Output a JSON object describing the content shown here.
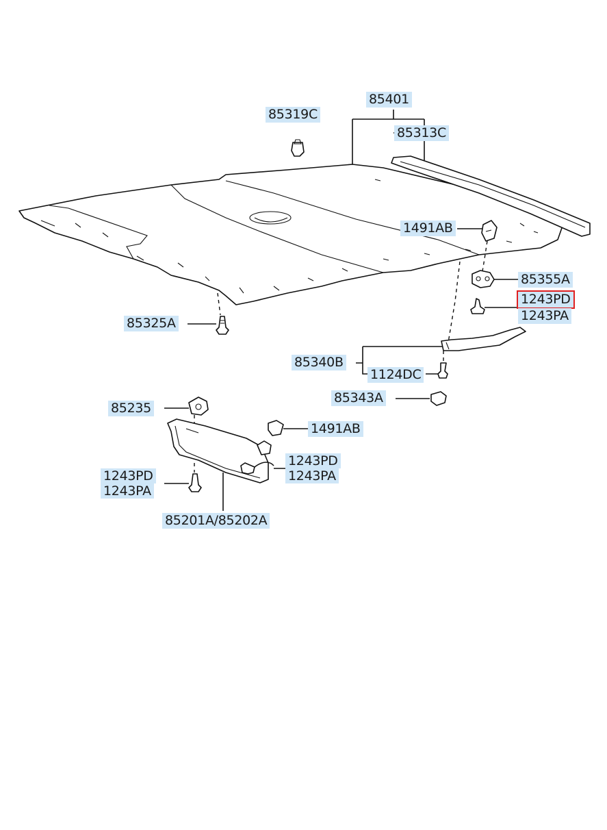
{
  "callouts": {
    "c85401": "85401",
    "c85319C": "85319C",
    "c85313C": "85313C",
    "c1491AB_top": "1491AB",
    "c85355A": "85355A",
    "c1243PD_top": "1243PD",
    "c1243PA_top": "1243PA",
    "c85325A": "85325A",
    "c85340B": "85340B",
    "c1124DC": "1124DC",
    "c85343A": "85343A",
    "c85235": "85235",
    "c1491AB_low": "1491AB",
    "c1243PD_right": "1243PD",
    "c1243PA_right": "1243PA",
    "c1243PD_left": "1243PD",
    "c1243PA_left": "1243PA",
    "c85201A_85202A": "85201A/85202A"
  },
  "colors": {
    "label_bg": "#cfe6f7",
    "highlight": "#e02020",
    "ink": "#111111"
  },
  "highlighted_part": "1243PD"
}
